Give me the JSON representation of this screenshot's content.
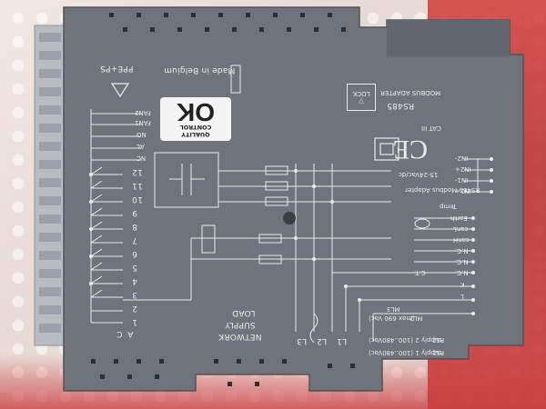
{
  "device": {
    "top_labels": {
      "ppe_ps": "PPE+PS",
      "made_in": "Made in Belgium",
      "modbus_adapter": "MODBUS ADAPTER",
      "rs485": "RS485",
      "lock": "LOCK",
      "cat": "CAT III"
    },
    "quality": {
      "line1": "QUALITY",
      "line2": "CONTROL",
      "mark": "OK"
    },
    "left_terminals": [
      "FAN2",
      "FAN1",
      "NO",
      "AL",
      "NC",
      "12",
      "11",
      "10",
      "9",
      "8",
      "7",
      "6",
      "5",
      "4",
      "3",
      "2",
      "1",
      "A",
      "C"
    ],
    "right_labels": {
      "in2_minus": "IN2-",
      "in2_plus": "IN2+",
      "in1_minus": "IN1-",
      "in1_plus": "IN1+",
      "voltage": "15-24Vac/dc",
      "rs485_adapter": "RS485 Modbus Adapter",
      "temp": "Temp",
      "earth": "Earth",
      "canl": "canL",
      "canh": "canH",
      "nc1": "N.C.",
      "nc2": "N.C.",
      "nc3": "N.C.",
      "k": "K",
      "ct": "C.T.",
      "l": "L",
      "ml3": "ML3",
      "ml2": "ML2",
      "max": "(max 690 Vac)",
      "ps2": "PS2",
      "ps2_supply": "supply 2 (100..480Vac)",
      "ps1": "PS1",
      "ps1_supply": "supply 1 (100..480Vac)"
    },
    "bottom_labels": {
      "network": "NETWORK",
      "supply": "SUPPLY",
      "load": "LOAD",
      "l1": "L1",
      "l2": "L2",
      "l3": "L3"
    }
  }
}
